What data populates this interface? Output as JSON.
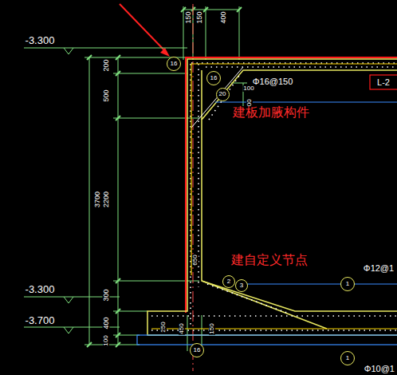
{
  "diagram": {
    "nodes": [
      {
        "text": [
          "16"
        ]
      },
      {
        "text": [
          "16"
        ]
      },
      {
        "text": [
          "20"
        ]
      },
      {
        "text": [
          "2"
        ]
      },
      {
        "text": [
          "3"
        ]
      },
      {
        "text": [
          "1"
        ]
      },
      {
        "text": [
          "1"
        ]
      },
      {
        "text": [
          "16"
        ]
      }
    ],
    "labels": [
      "-3.300",
      "150",
      "150",
      "400",
      "200",
      "500",
      "3700",
      "2200",
      "Φ16@150",
      "100",
      "500",
      "L-2",
      "建板加腋构件",
      "650",
      "建自定义节点",
      "Φ12@1",
      "-3.300",
      "300",
      "-3.700",
      "400",
      "250",
      "450",
      "150",
      "100",
      "Φ10@1"
    ]
  }
}
